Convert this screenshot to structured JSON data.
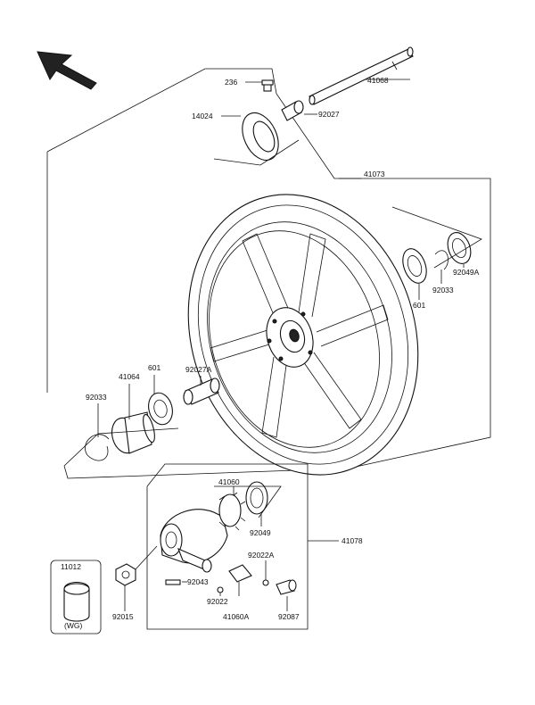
{
  "labels": {
    "p236": "236",
    "p14024": "14024",
    "p41068": "41068",
    "p92027": "92027",
    "p41073": "41073",
    "p92049A": "92049A",
    "p92033_r": "92033",
    "p601_r": "601",
    "p41064": "41064",
    "p601_l": "601",
    "p92027A": "92027A",
    "p92033_l": "92033",
    "p41060": "41060",
    "p92049": "92049",
    "p41078": "41078",
    "p92022A": "92022A",
    "p11012": "11012",
    "pWG": "(WG)",
    "p92043": "92043",
    "p92022": "92022",
    "p41060A": "41060A",
    "p92087": "92087",
    "p92015": "92015"
  },
  "icons": {
    "direction_arrow": "front-direction-arrow-icon"
  }
}
